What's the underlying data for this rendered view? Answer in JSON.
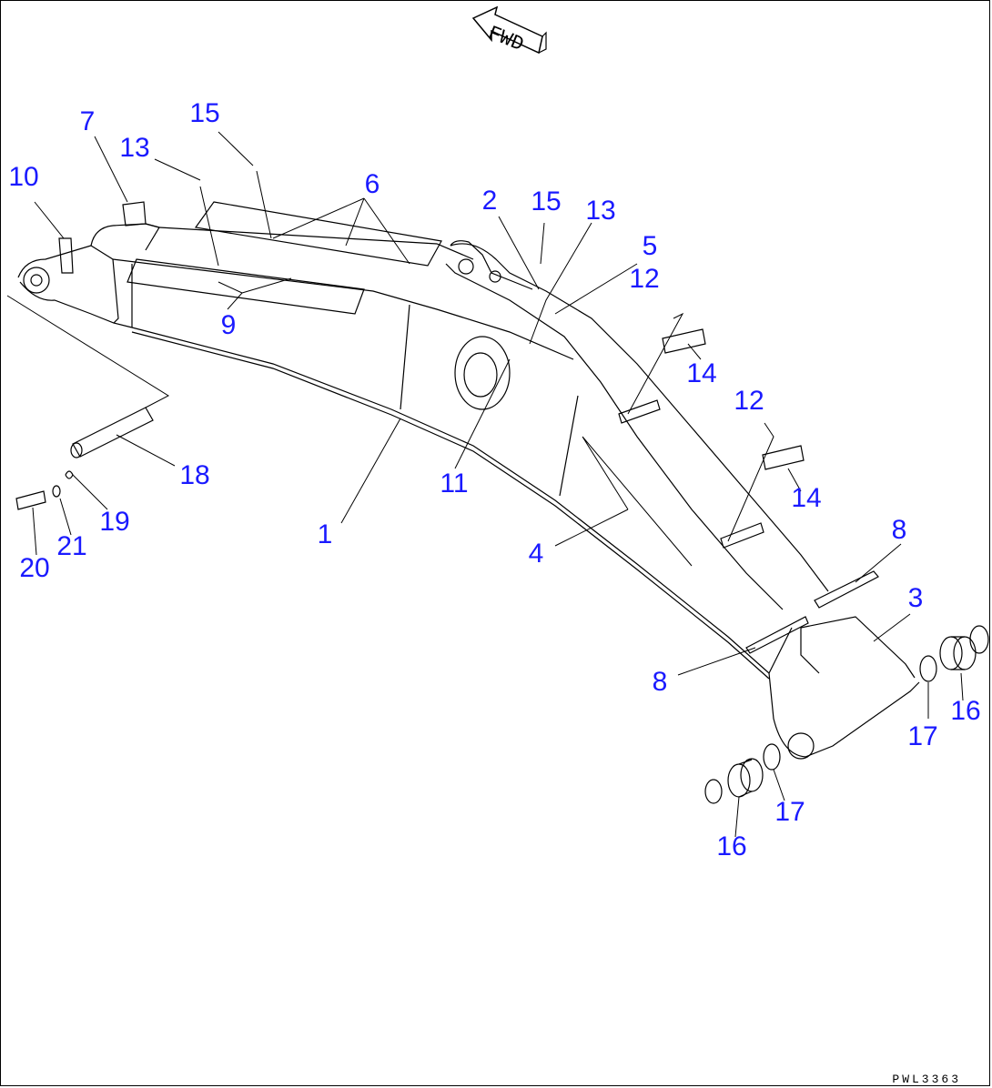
{
  "direction_label": "FWD",
  "drawing_code": "PWL3363",
  "callouts": {
    "c1": "1",
    "c2": "2",
    "c3": "3",
    "c4": "4",
    "c5": "5",
    "c6": "6",
    "c7": "7",
    "c8a": "8",
    "c8b": "8",
    "c9": "9",
    "c10": "10",
    "c11": "11",
    "c12a": "12",
    "c12b": "12",
    "c13a": "13",
    "c13b": "13",
    "c14a": "14",
    "c14b": "14",
    "c15a": "15",
    "c15b": "15",
    "c16a": "16",
    "c16b": "16",
    "c17a": "17",
    "c17b": "17",
    "c18": "18",
    "c19": "19",
    "c20": "20",
    "c21": "21"
  },
  "colors": {
    "callout": "#1a1aff",
    "line": "#000000"
  }
}
